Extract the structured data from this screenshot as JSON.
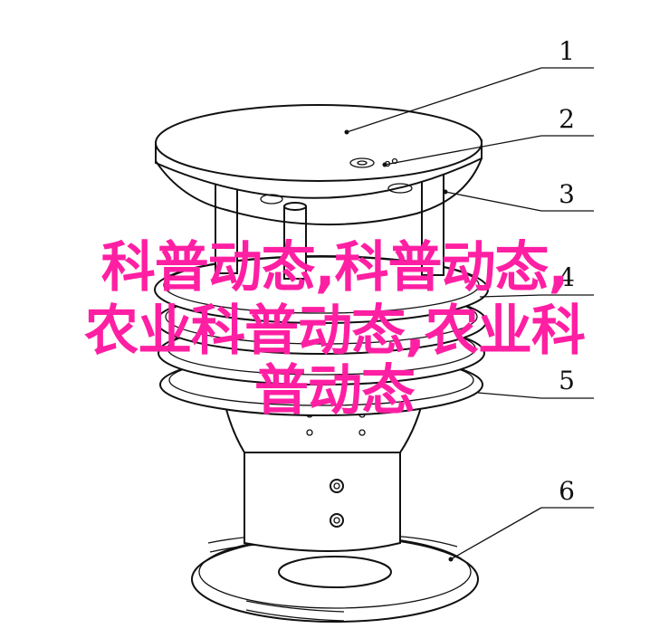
{
  "diagram": {
    "part_labels": [
      "1",
      "2",
      "3",
      "4",
      "5",
      "6"
    ]
  },
  "overlay": {
    "line1": "科普动态,科普动态,",
    "line2": "农业科普动态,农业科",
    "line3": "普动态"
  },
  "colors": {
    "overlay_text": "#ff1fa3",
    "line_art": "#111111",
    "background": "#ffffff"
  }
}
